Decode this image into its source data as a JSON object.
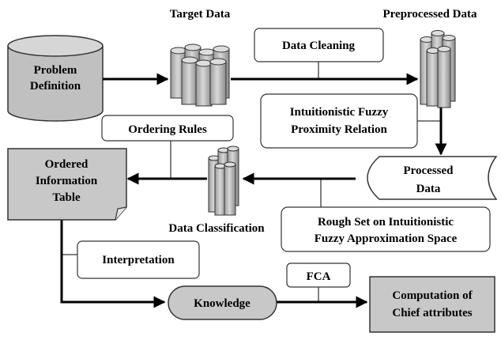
{
  "diagram": {
    "headers": {
      "target_data": "Target Data",
      "preprocessed_data": "Preprocessed Data",
      "data_classification": "Data Classification"
    },
    "nodes": {
      "problem_definition": [
        "Problem",
        "Definition"
      ],
      "data_cleaning": "Data Cleaning",
      "intuitionistic_fuzzy_proximity": [
        "Intuitionistic Fuzzy",
        "Proximity Relation"
      ],
      "ordering_rules": "Ordering Rules",
      "ordered_information_table": [
        "Ordered",
        "Information",
        "Table"
      ],
      "processed_data": [
        "Processed",
        "Data"
      ],
      "rough_set": [
        "Rough Set on Intuitionistic",
        "Fuzzy Approximation Space"
      ],
      "interpretation": "Interpretation",
      "fca": "FCA",
      "knowledge": "Knowledge",
      "computation_chief": [
        "Computation of",
        "Chief attributes"
      ]
    },
    "colors": {
      "shape_fill": "#c8c8c8",
      "shape_stroke": "#333333",
      "box_fill": "#ffffff",
      "arrow": "#000000"
    }
  }
}
